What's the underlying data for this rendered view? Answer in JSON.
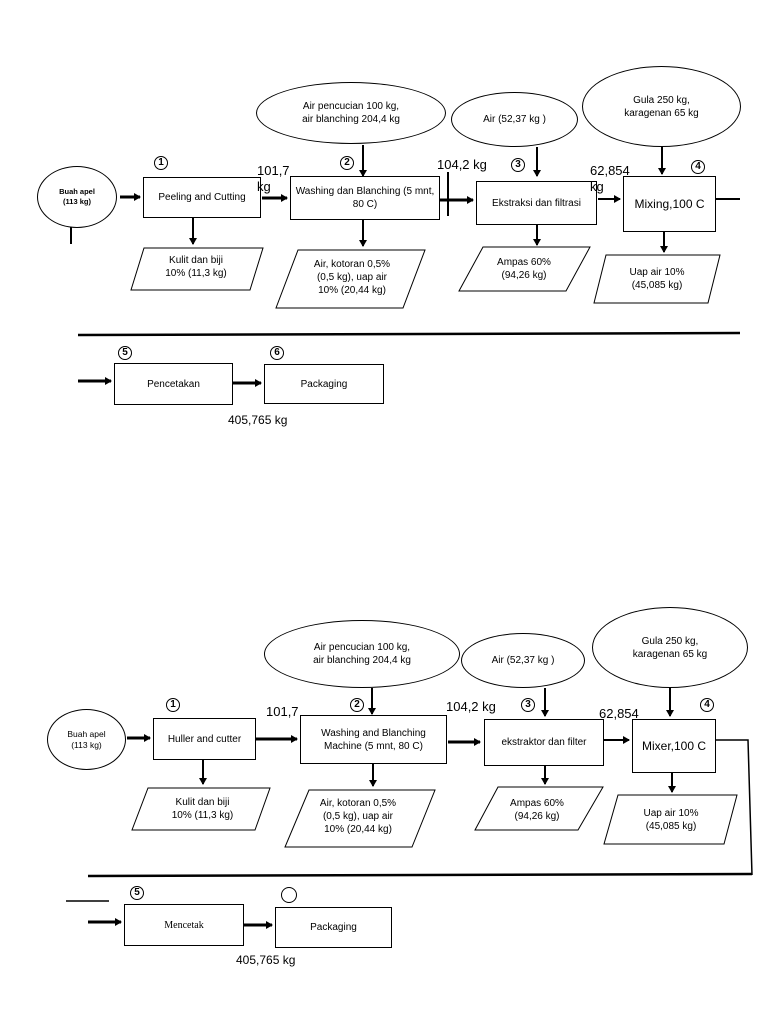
{
  "diagram1": {
    "input": "Buah apel\n(113 kg)",
    "s1": "Peeling and Cutting",
    "s2": "Washing dan Blanching (5 mnt, 80 C)",
    "s3": "Ekstraksi dan filtrasi",
    "s4": "Mixing,100 C",
    "s5": "Pencetakan",
    "s6": "Packaging",
    "in2": "Air pencucian 100 kg,\nair blanching 204,4 kg",
    "in3": "Air (52,37 kg )",
    "in4": "Gula 250 kg,\nkaragenan 65 kg",
    "out1": "Kulit dan biji\n10% (11,3 kg)",
    "out2": "Air, kotoran 0,5%\n(0,5 kg), uap air\n10% (20,44 kg)",
    "out3": "Ampas 60%\n(94,26 kg)",
    "out4": "Uap air 10%\n(45,085 kg)",
    "flow1": "101,7\nkg",
    "flow2": "104,2 kg",
    "flow3": "62,854\nkg",
    "final": "405,765 kg",
    "n1": "1",
    "n2": "2",
    "n3": "3",
    "n4": "4",
    "n5": "5",
    "n6": "6"
  },
  "diagram2": {
    "input": "Buah apel\n(113 kg)",
    "s1": "Huller and cutter",
    "s2": "Washing and Blanching\nMachine (5 mnt, 80 C)",
    "s3": "ekstraktor dan filter",
    "s4": "Mixer,100 C",
    "s5": "Mencetak",
    "s6": "Packaging",
    "in2": "Air pencucian 100 kg,\nair blanching 204,4 kg",
    "in3": "Air (52,37 kg )",
    "in4": "Gula 250 kg,\nkaragenan 65 kg",
    "out1": "Kulit dan biji\n10% (11,3 kg)",
    "out2": "Air, kotoran 0,5%\n(0,5 kg), uap air\n10% (20,44 kg)",
    "out3": "Ampas 60%\n(94,26 kg)",
    "out4": "Uap air 10%\n(45,085 kg)",
    "flow1": "101,7",
    "flow2": "104,2 kg",
    "flow3": "62,854",
    "final": "405,765 kg",
    "n1": "1",
    "n2": "2",
    "n3": "3",
    "n4": "4",
    "n5": "5"
  }
}
